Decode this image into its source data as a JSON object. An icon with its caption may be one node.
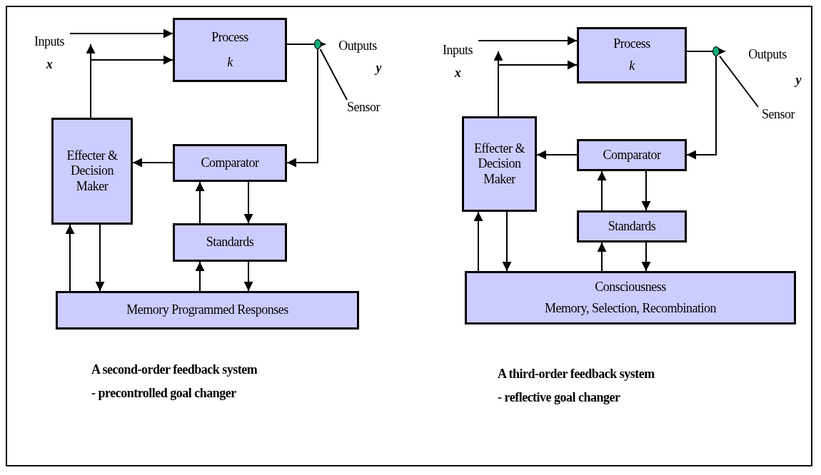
{
  "diagram": {
    "nodes": [
      {
        "text": [
          "Inputs",
          "x"
        ]
      },
      {
        "text": [
          "Process",
          "k"
        ]
      },
      {
        "text": [],
        "shape": "circle"
      },
      {
        "text": [
          "Outputs",
          "y"
        ]
      },
      {
        "text": [
          "Sensor"
        ]
      },
      {
        "text": [
          "Effecter & Decision Maker"
        ]
      },
      {
        "text": [
          "Comparator"
        ]
      },
      {
        "text": [
          "Standards"
        ]
      },
      {
        "text": [
          "Memory Programmed Responses"
        ]
      },
      {
        "text": [
          "Inputs",
          "x"
        ]
      },
      {
        "text": [
          "Process",
          "k"
        ]
      },
      {
        "text": [],
        "shape": "circle"
      },
      {
        "text": [
          "Outputs",
          "y"
        ]
      },
      {
        "text": [
          "Sensor"
        ]
      },
      {
        "text": [
          "Effecter & Decision Maker"
        ]
      },
      {
        "text": [
          "Comparator"
        ]
      },
      {
        "text": [
          "Standards"
        ]
      },
      {
        "text": [
          "Consciousness",
          "Memory, Selection, Recombination"
        ]
      }
    ],
    "edges": [
      {
        "from": 0,
        "to": 1,
        "arrow": "to"
      },
      {
        "from": 5,
        "to": 1,
        "arrow": "to"
      },
      {
        "from": 5,
        "to": 0,
        "arrow": "to"
      },
      {
        "from": 1,
        "to": 2,
        "arrow": "none"
      },
      {
        "from": 2,
        "to": 3,
        "arrow": "to"
      },
      {
        "from": 4,
        "to": 2,
        "arrow": "none"
      },
      {
        "from": 2,
        "to": 6,
        "arrow": "to"
      },
      {
        "from": 6,
        "to": 5,
        "arrow": "to"
      },
      {
        "from": 6,
        "to": 7,
        "arrow": "to"
      },
      {
        "from": 7,
        "to": 6,
        "arrow": "to"
      },
      {
        "from": 7,
        "to": 8,
        "arrow": "to"
      },
      {
        "from": 8,
        "to": 7,
        "arrow": "to"
      },
      {
        "from": 8,
        "to": 5,
        "arrow": "to"
      },
      {
        "from": 5,
        "to": 8,
        "arrow": "to"
      },
      {
        "from": 9,
        "to": 10,
        "arrow": "to"
      },
      {
        "from": 14,
        "to": 10,
        "arrow": "to"
      },
      {
        "from": 14,
        "to": 9,
        "arrow": "to"
      },
      {
        "from": 10,
        "to": 11,
        "arrow": "none"
      },
      {
        "from": 11,
        "to": 12,
        "arrow": "to"
      },
      {
        "from": 13,
        "to": 11,
        "arrow": "none"
      },
      {
        "from": 11,
        "to": 15,
        "arrow": "to"
      },
      {
        "from": 15,
        "to": 14,
        "arrow": "to"
      },
      {
        "from": 15,
        "to": 16,
        "arrow": "to"
      },
      {
        "from": 16,
        "to": 15,
        "arrow": "to"
      },
      {
        "from": 16,
        "to": 17,
        "arrow": "to"
      },
      {
        "from": 17,
        "to": 16,
        "arrow": "to"
      },
      {
        "from": 17,
        "to": 14,
        "arrow": "to"
      },
      {
        "from": 14,
        "to": 17,
        "arrow": "to"
      }
    ],
    "labels": [
      "A second-order feedback system",
      "- precontrolled goal changer",
      "A third-order feedback system",
      "- reflective goal changer"
    ]
  }
}
